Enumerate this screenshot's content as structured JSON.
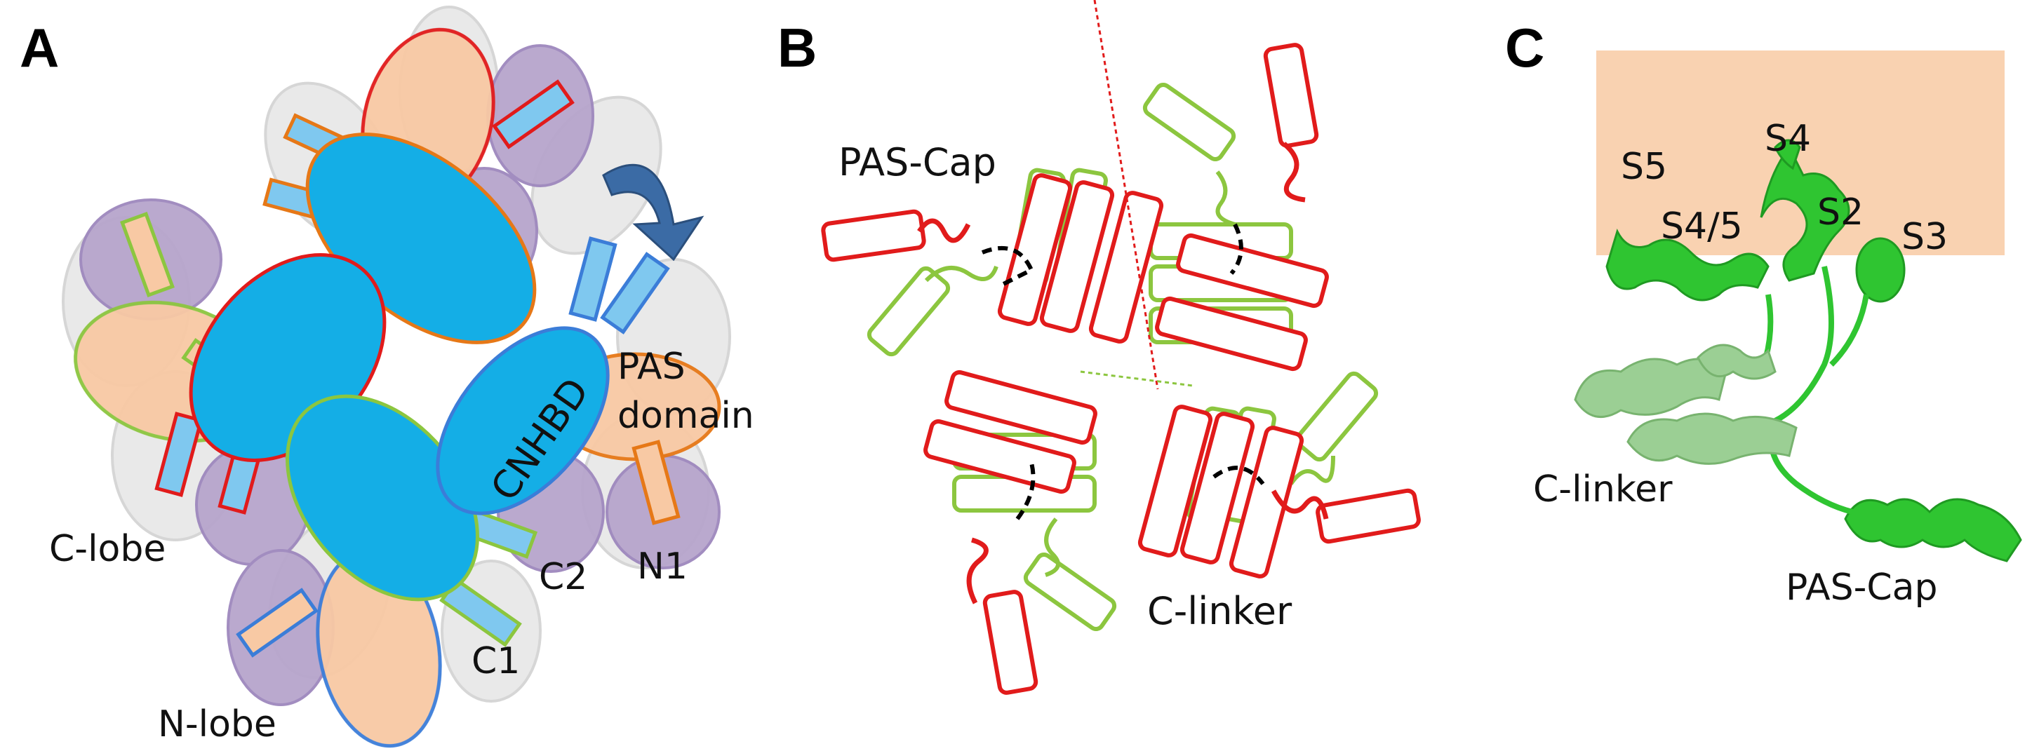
{
  "panels": [
    {
      "letter": "A",
      "labels": {
        "cnhbd": "CNHBD",
        "pas_domain_line1": "PAS",
        "pas_domain_line2": "domain",
        "c_lobe": "C-lobe",
        "n_lobe": "N-lobe",
        "c1": "C1",
        "c2": "C2",
        "n1": "N1"
      },
      "colors": {
        "cnhbd": "#14aee6",
        "pas": "#f8c9a4",
        "lobe": "#b3a1c9",
        "arrow": "#3b6ba5",
        "ghost": "#e2e2e2"
      }
    },
    {
      "letter": "B",
      "labels": {
        "pas_cap": "PAS-Cap",
        "c_linker": "C-linker"
      },
      "colors": {
        "pas": "#e11b1b",
        "linker": "#8cc63f",
        "connector": "#000000"
      }
    },
    {
      "letter": "C",
      "labels": {
        "s5": "S5",
        "s4": "S4",
        "s4_5": "S4/5",
        "s2": "S2",
        "s3": "S3",
        "c_linker": "C-linker",
        "pas_cap": "PAS-Cap"
      },
      "colors": {
        "membrane": "#f9d2b1",
        "helix": "#2fc531",
        "linker_helix": "#9bcf94"
      }
    }
  ]
}
